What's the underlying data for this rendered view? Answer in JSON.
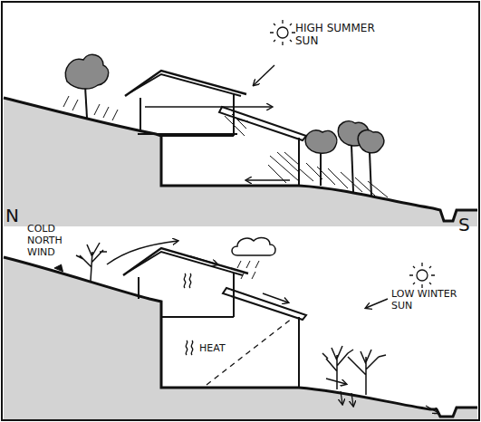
{
  "diagram": {
    "labels": [
      "HIGH SUMMER SUN",
      "N",
      "S",
      "COLD NORTH WIND",
      "LOW WINTER SUN",
      "HEAT"
    ]
  }
}
